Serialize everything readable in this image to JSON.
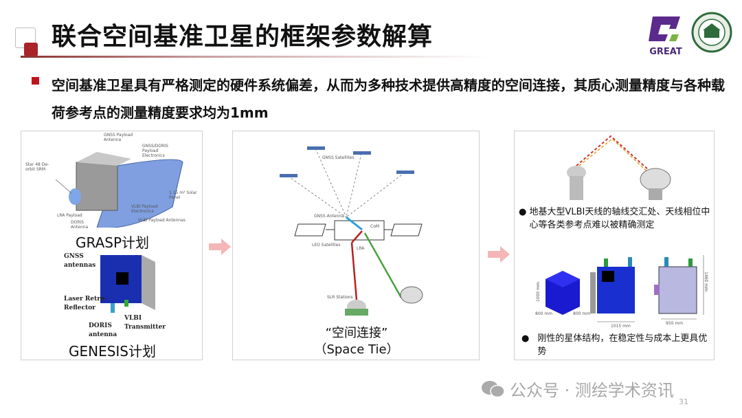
{
  "header": {
    "title": "联合空间基准卫星的框架参数解算",
    "logo_great": "GREAT",
    "colors": {
      "accent": "#a8242a",
      "bullet": "#c0141c",
      "great_logo": "#5b2a8c"
    }
  },
  "bullet": {
    "text": "空间基准卫星具有严格测定的硬件系统偏差，从而为多种技术提供高精度的空间连接，其质心测量精度与各种载荷参考点的测量精度要求均为1mm"
  },
  "panel1": {
    "grasp_labels": [
      "GNSS Payload Antenna",
      "GNSS/DORIS Payload Electronics",
      "Star 48 De-orbit SRM",
      "1.15 m² Solar Panel",
      "VLBI Payload Electronics",
      "LRA Payload",
      "DORIS Antenna",
      "VLBI Payload Antennas"
    ],
    "grasp_caption": "GRASP计划",
    "genesis_labels": {
      "gnss": "GNSS antennas",
      "laser": "Laser Retro-Reflector",
      "vlbi": "VLBI Transmitter",
      "doris": "DORIS antenna"
    },
    "genesis_caption": "GENESIS计划"
  },
  "panel2": {
    "labels": {
      "gnss_sat": "GNSS Satellites",
      "gnss_ant": "GNSS Antenna",
      "com": "CoM",
      "leo": "LEO Satellites",
      "lra": "LRA",
      "slr": "SLR Stations"
    },
    "caption1": "“空间连接”",
    "caption2": "（Space Tie）"
  },
  "panel3": {
    "bullet1": "地基大型VLBI天线的轴线交汇处、天线相位中心等各类参考点难以被精确测定",
    "dims": {
      "h1": "1000 mm",
      "w1": "800 mm",
      "w2": "800 mm",
      "w3": "1015 mm",
      "w4": "950 mm",
      "h2": "1460 mm"
    },
    "bullet2": "刚性的星体结构，在稳定性与成本上更具优势"
  },
  "footer": {
    "watermark": "公众号 · 测绘学术资讯",
    "page": "31"
  }
}
